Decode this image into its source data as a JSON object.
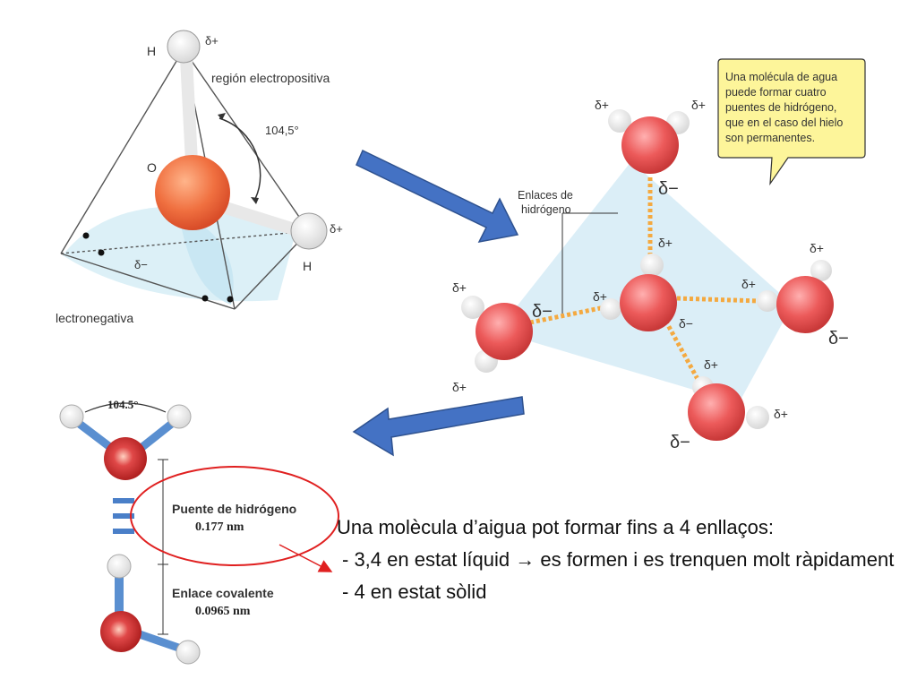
{
  "tetrahedron": {
    "h_top": "H",
    "h_right": "H",
    "oxygen": "O",
    "delta_plus_top": "δ+",
    "delta_plus_right": "δ+",
    "delta_minus": "δ−",
    "angle": "104,5°",
    "region_positive": "región electropositiva",
    "region_negative": "lectronegativa"
  },
  "cluster": {
    "callout": [
      "Una molécula de agua",
      "puede formar cuatro",
      "puentes de hidrógeno,",
      "que en el caso del hielo",
      "son permanentes."
    ],
    "bond_label": [
      "Enlaces de",
      "hidrógeno"
    ],
    "delta_plus": "δ+",
    "delta_minus": "δ−"
  },
  "dimer": {
    "angle": "104.5°",
    "hbond_title": "Puente de hidrógeno",
    "hbond_value": "0.177 nm",
    "covalent_title": "Enlace covalente",
    "covalent_value": "0.0965 nm"
  },
  "caption": {
    "intro": "Una molècula d’aigua pot formar fins a 4 enllaços:",
    "item1_a": "- 3,4 en estat líquid ",
    "item1_arrow": "→",
    "item1_b": " es formen i es trenquen molt ràpidament",
    "item2": "- 4 en estat sòlid"
  },
  "colors": {
    "oxygen": "#e8503a",
    "arrow": "#4472c4",
    "callout": "#fdf59a",
    "hbond": "#f4a940",
    "highlight": "#e02020"
  }
}
